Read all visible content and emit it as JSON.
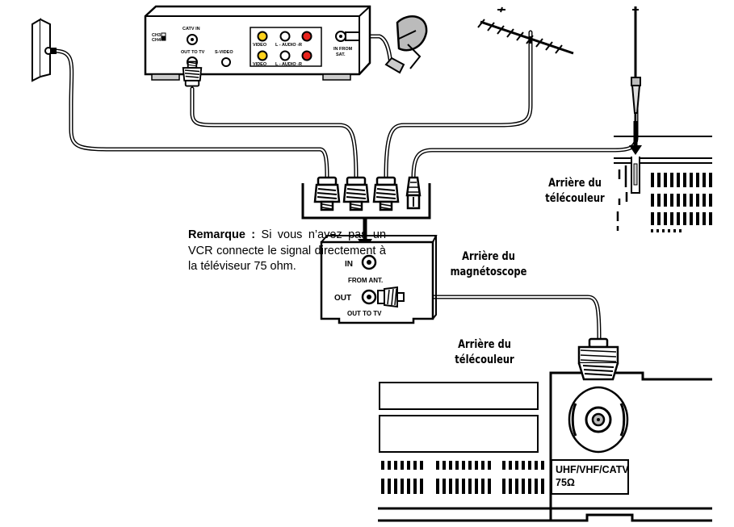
{
  "note": {
    "label": "Remarque :",
    "text": "Si vous n’avez pas un VCR connecte le signal directement à la téléviseur 75 ohm."
  },
  "captions": {
    "tv_back_top": [
      "Arrière du",
      "télécouleur"
    ],
    "vcr_back": [
      "Arrière du",
      "magnétoscope"
    ],
    "tv_back_bottom": [
      "Arrière du",
      "télécouleur"
    ]
  },
  "satellite_receiver": {
    "ch3": "CH3",
    "ch4": "CH4",
    "catv_in": "CATV IN",
    "out_to_tv": "OUT TO TV",
    "s_video": "S-VIDEO",
    "video_top": "VIDEO",
    "video_bottom": "VIDEO",
    "audio_top": "L - AUDIO -R",
    "audio_bottom": "L - AUDIO -R",
    "in_from_sat": [
      "IN FROM",
      "SAT."
    ]
  },
  "vcr": {
    "in": "IN",
    "from_ant": "FROM ANT.",
    "out": "OUT",
    "out_to_tv": "OUT TO TV"
  },
  "tv_jack": {
    "line1": "UHF/VHF/CATV",
    "line2": "75Ω"
  }
}
